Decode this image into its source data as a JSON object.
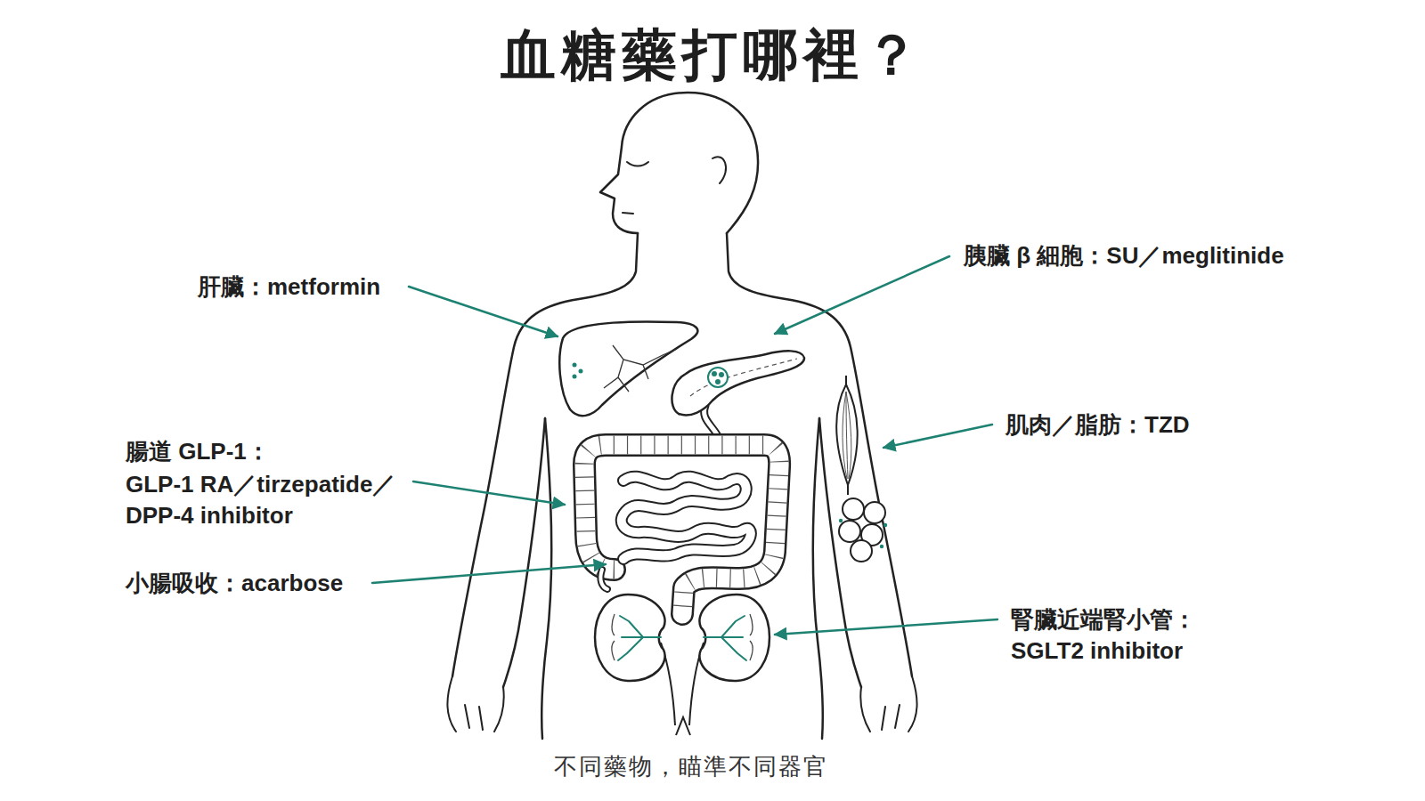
{
  "diagram": {
    "title": "血糖藥打哪裡？",
    "caption": "不同藥物，瞄準不同器官",
    "labels": [
      "胰臟 β 細胞：SU／meglitinide",
      "肝臟：metformin",
      "肌肉／脂肪：TZD",
      "腸道 GLP-1：",
      "GLP-1 RA／tirzepatide／ DPP-4 inhibitor",
      "小腸吸收：acarbose",
      "腎臟近端腎小管： SGLT2 inhibitor"
    ]
  }
}
